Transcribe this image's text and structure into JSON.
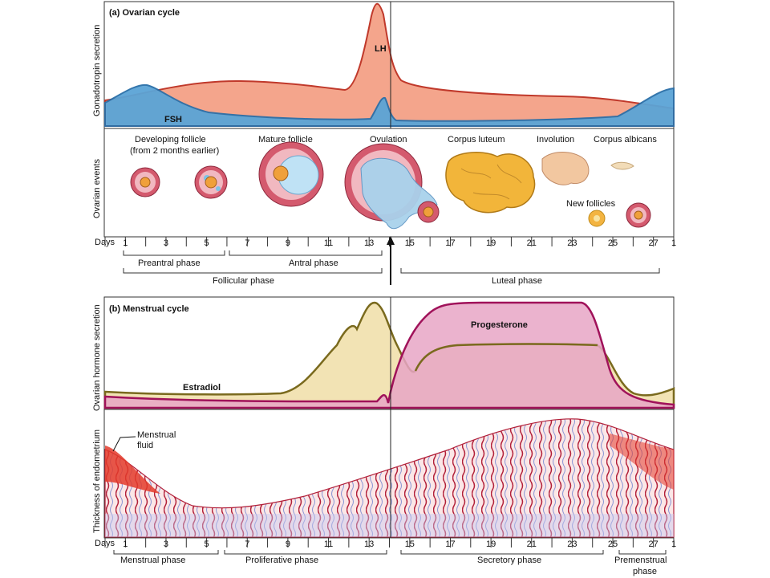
{
  "panel_a": {
    "title": "(a) Ovarian cycle",
    "ylabel_top": "Gonadotropin secretion",
    "ylabel_bottom": "Ovarian events",
    "hormones": {
      "lh": "LH",
      "fsh": "FSH"
    },
    "events": {
      "developing": "Developing follicle",
      "developing_sub": "(from 2 months earlier)",
      "mature": "Mature follicle",
      "ovulation": "Ovulation",
      "corpus_luteum": "Corpus luteum",
      "involution": "Involution",
      "corpus_albicans": "Corpus albicans",
      "new_follicles": "New follicles"
    },
    "days_label": "Days",
    "days": [
      "1",
      "3",
      "5",
      "7",
      "9",
      "11",
      "13",
      "15",
      "17",
      "19",
      "21",
      "23",
      "25",
      "27",
      "1"
    ],
    "phases": {
      "preantral": "Preantral phase",
      "antral": "Antral phase",
      "follicular": "Follicular phase",
      "luteal": "Luteal phase"
    }
  },
  "panel_b": {
    "title": "(b) Menstrual cycle",
    "ylabel_top": "Ovarian hormone secretion",
    "ylabel_bottom": "Thickness of endometrium",
    "hormones": {
      "progesterone": "Progesterone",
      "estradiol": "Estradiol"
    },
    "menstrual_fluid_1": "Menstrual",
    "menstrual_fluid_2": "fluid",
    "days_label": "Days",
    "days": [
      "1",
      "3",
      "5",
      "7",
      "9",
      "11",
      "13",
      "15",
      "17",
      "19",
      "21",
      "23",
      "25",
      "27",
      "1"
    ],
    "phases": {
      "menstrual": "Menstrual phase",
      "proliferative": "Proliferative phase",
      "secretory": "Secretory phase",
      "premenstrual_1": "Premenstrual",
      "premenstrual_2": "phase"
    }
  },
  "colors": {
    "lh_fill": "#f4a58c",
    "lh_line": "#c0392b",
    "fsh_fill": "#5ba4d6",
    "fsh_line": "#2a6fa8",
    "estradiol_fill": "#f2e3b4",
    "estradiol_line": "#7a6a1e",
    "progesterone_fill": "#e7a6c6",
    "progesterone_line": "#a0125a",
    "endometrium": "#e33b2b"
  }
}
